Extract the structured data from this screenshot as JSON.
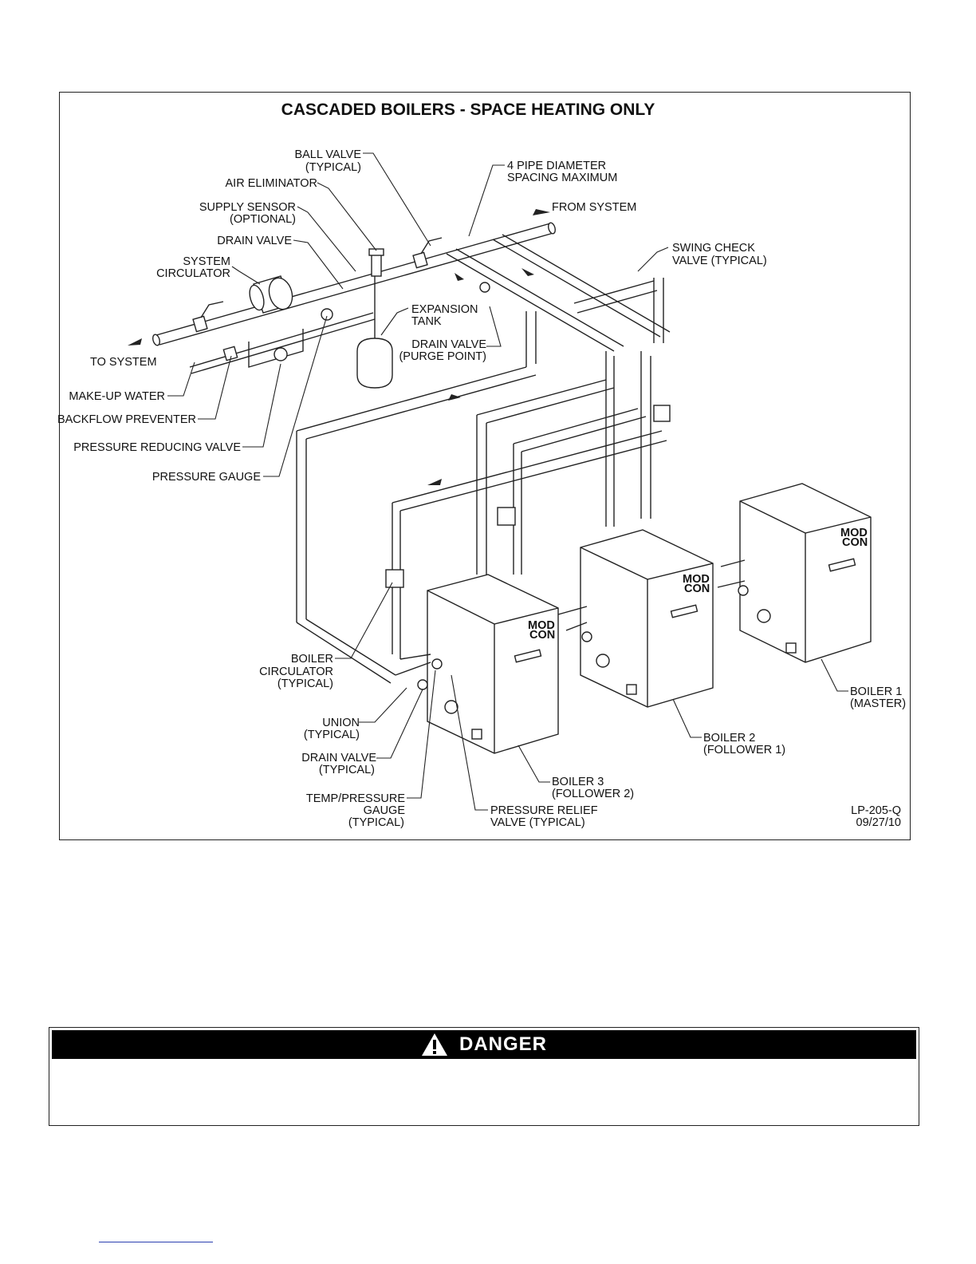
{
  "figure": {
    "title": "CASCADED BOILERS - SPACE HEATING ONLY",
    "drawing_code": "LP-205-Q",
    "drawing_date": "09/27/10",
    "labels": {
      "ball_valve_1": "BALL VALVE",
      "ball_valve_2": "(TYPICAL)",
      "air_eliminator": "AIR ELIMINATOR",
      "supply_sensor_1": "SUPPLY SENSOR",
      "supply_sensor_2": "(OPTIONAL)",
      "drain_valve": "DRAIN VALVE",
      "system_circ_1": "SYSTEM",
      "system_circ_2": "CIRCULATOR",
      "to_system": "TO SYSTEM",
      "make_up_water": "MAKE-UP WATER",
      "backflow_preventer": "BACKFLOW PREVENTER",
      "pressure_reducing_valve": "PRESSURE REDUCING VALVE",
      "pressure_gauge": "PRESSURE GAUGE",
      "pipe_spacing_1": "4 PIPE DIAMETER",
      "pipe_spacing_2": "SPACING MAXIMUM",
      "from_system": "FROM SYSTEM",
      "swing_check_1": "SWING CHECK",
      "swing_check_2": "VALVE (TYPICAL)",
      "expansion_tank_1": "EXPANSION",
      "expansion_tank_2": "TANK",
      "drain_purge_1": "DRAIN VALVE",
      "drain_purge_2": "(PURGE POINT)",
      "boiler_circ_1": "BOILER",
      "boiler_circ_2": "CIRCULATOR",
      "boiler_circ_3": "(TYPICAL)",
      "union_1": "UNION",
      "union_2": "(TYPICAL)",
      "drain_typ_1": "DRAIN VALVE",
      "drain_typ_2": "(TYPICAL)",
      "temp_gauge_1": "TEMP/PRESSURE",
      "temp_gauge_2": "GAUGE",
      "temp_gauge_3": "(TYPICAL)",
      "relief_1": "PRESSURE RELIEF",
      "relief_2": "VALVE (TYPICAL)",
      "boiler3_1": "BOILER 3",
      "boiler3_2": "(FOLLOWER 2)",
      "boiler2_1": "BOILER 2",
      "boiler2_2": "(FOLLOWER 1)",
      "boiler1_1": "BOILER 1",
      "boiler1_2": "(MASTER)",
      "brand_top": "MOD",
      "brand_bottom": "CON"
    }
  },
  "danger": {
    "title": "DANGER"
  }
}
